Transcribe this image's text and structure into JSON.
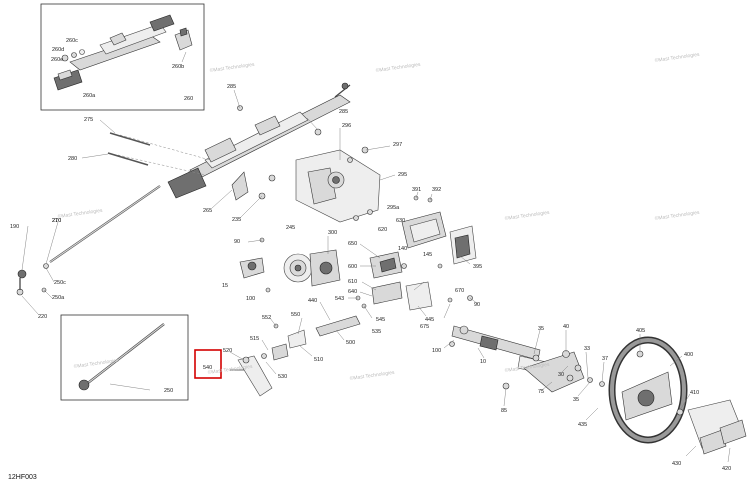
{
  "diagram": {
    "code": "12HF003",
    "watermark": "©Mast Technologies",
    "highlight_label": "540",
    "inset_labels": [
      "260c",
      "260d",
      "260e",
      "260a",
      "260b",
      "260"
    ],
    "inset2_label": "250",
    "labels": {
      "l270": "270",
      "l275": "275",
      "l280": "280",
      "l285": "285",
      "l296": "296",
      "l297": "297",
      "l295": "295",
      "l295a": "295a",
      "l391": "391",
      "l392": "392",
      "l630": "630",
      "l395": "395",
      "l265": "265",
      "l235": "235",
      "l245": "245",
      "l300": "300",
      "l90a": "90",
      "l15": "15",
      "l100a": "100",
      "l190": "190",
      "l210": "210",
      "l250c": "250c",
      "l250a": "250a",
      "l220": "220",
      "l650": "650",
      "l620": "620",
      "l600": "600",
      "l140": "140",
      "l145": "145",
      "l610": "610",
      "l640": "640",
      "l543": "543",
      "l545": "545",
      "l535": "535",
      "l445": "445",
      "l675": "675",
      "l670": "670",
      "l90b": "90",
      "l440": "440",
      "l500": "500",
      "l550": "550",
      "l552": "552",
      "l515": "515",
      "l510": "510",
      "l520": "520",
      "l530": "530",
      "l100b": "100",
      "l10": "10",
      "l35a": "35",
      "l40": "40",
      "l30": "30",
      "l75": "75",
      "l85": "85",
      "l33": "33",
      "l37": "37",
      "l35b": "35",
      "l435": "435",
      "l405": "405",
      "l400": "400",
      "l410": "410",
      "l430": "430",
      "l420": "420"
    }
  }
}
